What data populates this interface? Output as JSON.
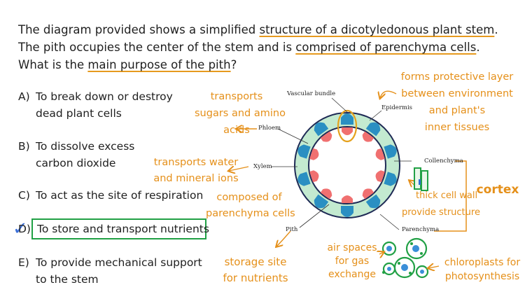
{
  "question": {
    "line1_a": "The diagram provided shows a simplified ",
    "line1_hl": "structure of a dicotyledonous plant stem",
    "line1_b": ".",
    "line2_a": "The pith occupies the center of the stem and is ",
    "line2_hl": "comprised of parenchyma cells",
    "line2_b": ".",
    "line3_a": "What is the ",
    "line3_hl": "main purpose of the pith",
    "line3_b": "?"
  },
  "options": [
    {
      "letter": "A)",
      "line1": "To break down or destroy",
      "line2": "dead plant cells"
    },
    {
      "letter": "B)",
      "line1": "To dissolve excess",
      "line2": "carbon dioxide"
    },
    {
      "letter": "C)",
      "line1": "To act as the site of respiration",
      "line2": ""
    },
    {
      "letter": "D)",
      "line1": "To store and transport nutrients",
      "line2": ""
    },
    {
      "letter": "E)",
      "line1": "To provide mechanical support",
      "line2": "to the stem"
    }
  ],
  "selected_option": "D)",
  "diagram_labels": {
    "vascular_bundle": "Vascular bundle",
    "epidermis": "Epidermis",
    "phloem": "Phloem",
    "xylem": "Xylem",
    "collenchyma": "Collenchyma",
    "pith": "Pith",
    "parenchyma": "Parenchyma"
  },
  "annotations": {
    "phloem_1": "transports",
    "phloem_2": "sugars and amino",
    "phloem_3": "acids",
    "xylem_1": "transports water",
    "xylem_2": "and mineral ions",
    "pith_comp_1": "composed of",
    "pith_comp_2": "parenchyma cells",
    "storage_1": "storage site",
    "storage_2": "for nutrients",
    "epid_1": "forms protective layer",
    "epid_2": "between environment",
    "epid_3": "and plant's",
    "epid_4": "inner tissues",
    "coll_1": "thick cell wall",
    "coll_2": "provide structure",
    "cortex": "cortex",
    "air_1": "air spaces",
    "air_2": "for gas",
    "air_3": "exchange",
    "chloro_1": "chloroplasts for",
    "chloro_2": "photosynthesis"
  },
  "colors": {
    "annotation": "#e5901a",
    "highlight": "#21a045",
    "check": "#3b6fd8",
    "cortex": "#c3ead0",
    "phloem": "#f07070",
    "xylem": "#2a8fc2",
    "ring": "#1e2a55"
  }
}
